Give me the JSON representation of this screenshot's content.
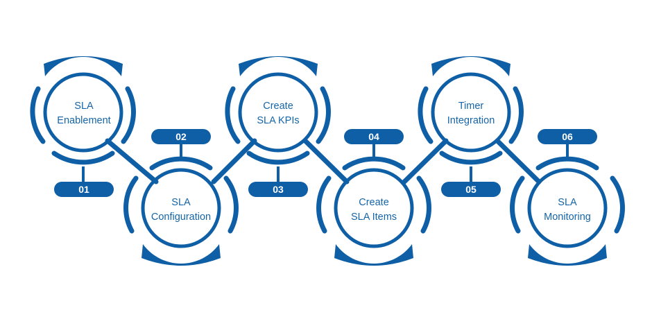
{
  "colors": {
    "primary": "#0f5fa6",
    "text": "#1565a8",
    "badge_text": "#ffffff",
    "background": "#ffffff"
  },
  "steps": [
    {
      "number": "01",
      "line1": "SLA",
      "line2": "Enablement"
    },
    {
      "number": "02",
      "line1": "SLA",
      "line2": "Configuration"
    },
    {
      "number": "03",
      "line1": "Create",
      "line2": "SLA KPIs"
    },
    {
      "number": "04",
      "line1": "Create",
      "line2": "SLA Items"
    },
    {
      "number": "05",
      "line1": "Timer",
      "line2": "Integration"
    },
    {
      "number": "06",
      "line1": "SLA",
      "line2": "Monitoring"
    }
  ]
}
